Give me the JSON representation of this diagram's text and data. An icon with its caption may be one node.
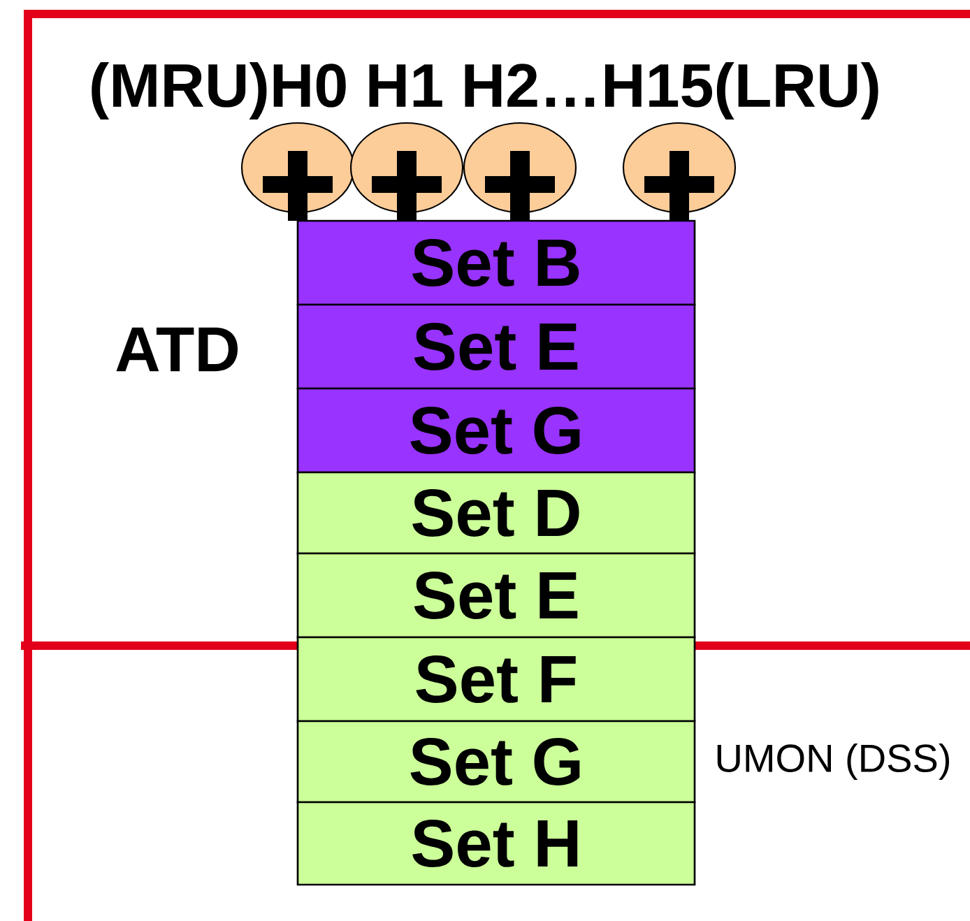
{
  "diagram": {
    "nodes": [
      {
        "text": [],
        "shape": "circle"
      },
      {
        "text": [],
        "shape": "circle"
      },
      {
        "text": [],
        "shape": "circle"
      },
      {
        "text": [],
        "shape": "circle"
      },
      {
        "text": [
          "Set B"
        ]
      },
      {
        "text": [
          "Set E"
        ]
      },
      {
        "text": [
          "Set G"
        ]
      },
      {
        "text": [
          "Set D"
        ]
      },
      {
        "text": [
          "Set E"
        ]
      },
      {
        "text": [
          "Set F"
        ]
      },
      {
        "text": [
          "Set G"
        ]
      },
      {
        "text": [
          "Set H"
        ]
      }
    ],
    "labels": [
      "(MRU)H0 H1 H2…H15(LRU)",
      "ATD",
      "UMON (DSS)"
    ]
  }
}
